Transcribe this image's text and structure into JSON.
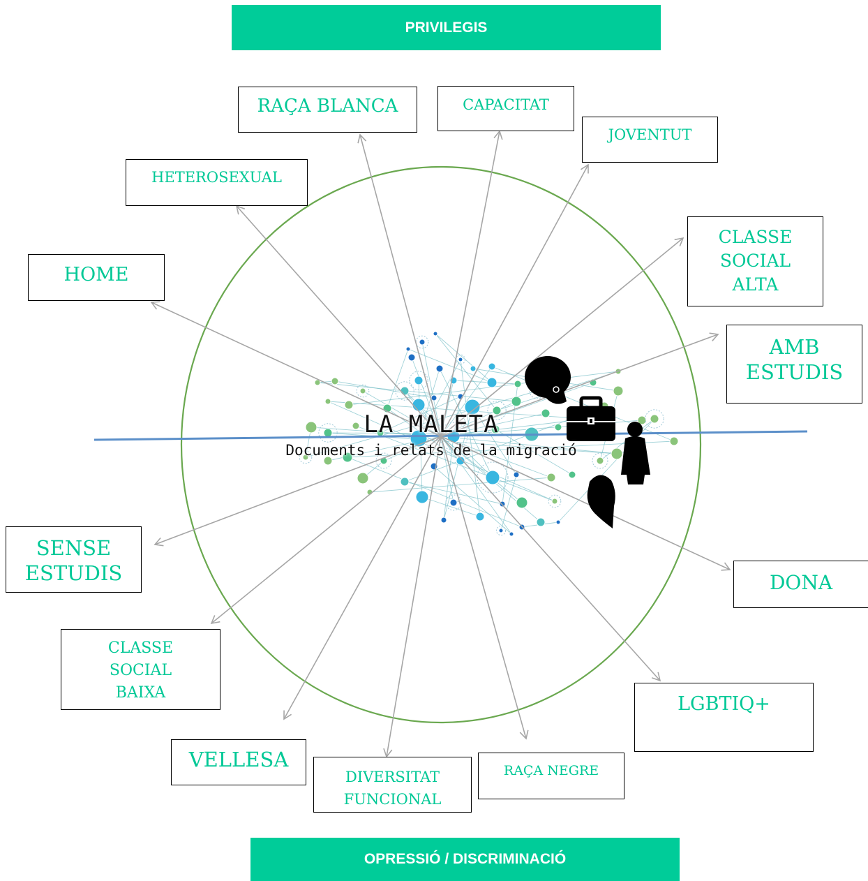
{
  "header": {
    "title": "PRIVILEGIS"
  },
  "footer": {
    "title": "OPRESSIÓ / DISCRIMINACIÓ"
  },
  "logo": {
    "title": "LA MALETA",
    "subtitle": "Documents i relats de la migració"
  },
  "labels": {
    "raca_blanca": "RAÇA BLANCA",
    "capacitat": "CAPACITAT",
    "joventut": "JOVENTUT",
    "heterosexual": "HETEROSEXUAL",
    "classe_alta": "CLASSE\nSOCIAL\nALTA",
    "home": "HOME",
    "amb_estudis": "AMB\nESTUDIS",
    "sense_estudis": "SENSE\nESTUDIS",
    "dona": "DONA",
    "classe_baixa": "CLASSE\nSOCIAL\nBAIXA",
    "lgbtiq": "LGBTIQ+",
    "vellesa": "VELLESA",
    "diversitat": "DIVERSITAT\nFUNCIONAL",
    "raca_negre": "RAÇA NEGRE"
  },
  "colors": {
    "banner": "#00cc99",
    "label_text": "#00c896",
    "circle": "#6aa84f",
    "axis": "#5b8fc9",
    "arrow": "#a6a6a6"
  }
}
